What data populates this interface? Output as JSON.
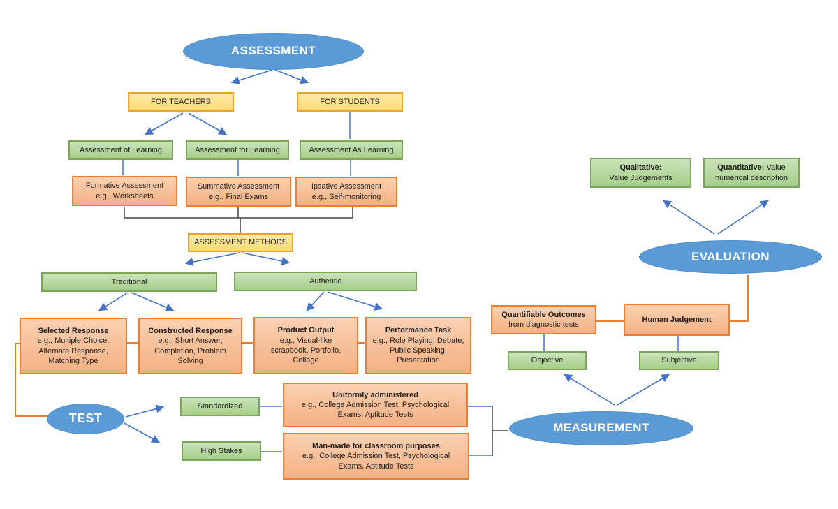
{
  "diagram_title": "Assessment, Evaluation and Measurement concept map",
  "colors": {
    "ellipse_blue": "#5B9BD5",
    "connector_blue": "#4472C4",
    "connector_orange": "#ED7D31",
    "connector_dark": "#404040",
    "box_yellow_fill": "#FFE699",
    "box_yellow_border": "#ECA22D",
    "box_green_fill": "#A9D18E",
    "box_green_border": "#7CA55C",
    "box_salmon_fill": "#F4B183",
    "box_salmon_border": "#ED7D31"
  },
  "nodes": {
    "assessment": {
      "label": "ASSESSMENT"
    },
    "for_teachers": {
      "label": "FOR TEACHERS"
    },
    "for_students": {
      "label": "FOR STUDENTS"
    },
    "assessment_of_learning": {
      "label": "Assessment of Learning"
    },
    "assessment_for_learning": {
      "label": "Assessment for Learning"
    },
    "assessment_as_learning": {
      "label": "Assessment As Learning"
    },
    "formative": {
      "title": "Formative Assessment",
      "body": "e.g., Worksheets"
    },
    "summative": {
      "title": "Summative Assessment",
      "body": "e.g., Final Exams"
    },
    "ipsative": {
      "title": "Ipsative Assessment",
      "body": "e.g., Self-monitoring"
    },
    "assessment_methods": {
      "label": "ASSESSMENT METHODS"
    },
    "traditional": {
      "label": "Traditional"
    },
    "authentic": {
      "label": "Authentic"
    },
    "selected_response": {
      "title": "Selected Response",
      "body": "e.g., Multiple Choice, Alternate Response, Matching Type"
    },
    "constructed_response": {
      "title": "Constructed Response",
      "body": "e.g., Short Answer, Completion, Problem Solving"
    },
    "product_output": {
      "title": "Product Output",
      "body": "e.g., Visual-like scrapbook, Portfolio, Collage"
    },
    "performance_task": {
      "title": "Performance Task",
      "body": "e.g., Role Playing, Debate, Public Speaking, Presentation"
    },
    "test": {
      "label": "TEST"
    },
    "standardized": {
      "label": "Standardized"
    },
    "high_stakes": {
      "label": "High Stakes"
    },
    "uniformly_administered": {
      "title": "Uniformly administered",
      "body": "e.g., College Admission Test, Psychological Exams, Aptitude Tests"
    },
    "man_made": {
      "title": "Man-made for classroom purposes",
      "body": "e.g., College Admission Test, Psychological Exams, Aptitude Tests"
    },
    "measurement": {
      "label": "MEASUREMENT"
    },
    "quantifiable_outcomes": {
      "title": "Quantifiable Outcomes",
      "body": "from diagnostic tests"
    },
    "human_judgement": {
      "title": "Human Judgement"
    },
    "objective": {
      "label": "Objective"
    },
    "subjective": {
      "label": "Subjective"
    },
    "qualitative": {
      "title": "Qualitative:",
      "body": "Value Judgements"
    },
    "quantitative": {
      "title": "Quantitative:",
      "body": "Value numerical description"
    },
    "evaluation": {
      "label": "EVALUATION"
    }
  }
}
